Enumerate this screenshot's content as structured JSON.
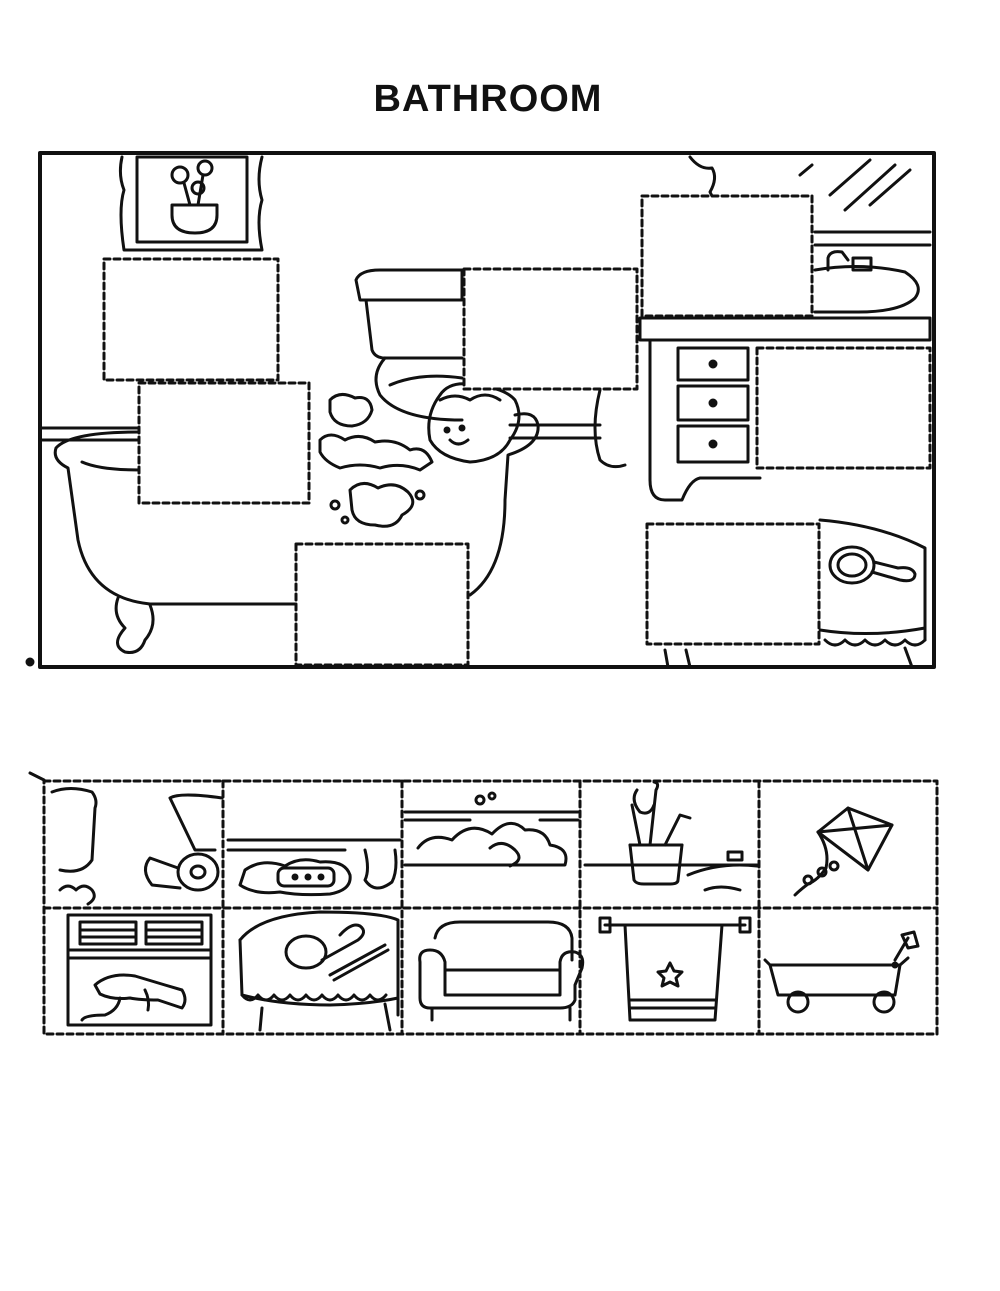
{
  "title": "BATHROOM",
  "colors": {
    "ink": "#111111",
    "paper": "#ffffff"
  },
  "scene": {
    "blank_boxes": [
      {
        "name": "blank-box-picture-wall"
      },
      {
        "name": "blank-box-tub-left"
      },
      {
        "name": "blank-box-toilet"
      },
      {
        "name": "blank-box-mirror"
      },
      {
        "name": "blank-box-cabinet"
      },
      {
        "name": "blank-box-tub-front"
      },
      {
        "name": "blank-box-table"
      }
    ],
    "icons": [
      "framed-flower-picture-icon",
      "toilet-icon",
      "child-in-bathtub-icon",
      "bathtub-icon",
      "sink-vanity-icon",
      "hand-mirror-table-icon",
      "window-icon"
    ]
  },
  "cutouts": {
    "row1": [
      "toilet-paper-piece-icon",
      "soap-dish-piece-icon",
      "bubbles-piece-icon",
      "toothbrush-cup-piece-icon",
      "kite-icon"
    ],
    "row2": [
      "hair-dryer-shelf-icon",
      "brush-comb-table-icon",
      "sofa-icon",
      "towel-rack-icon",
      "toy-wagon-icon"
    ]
  }
}
